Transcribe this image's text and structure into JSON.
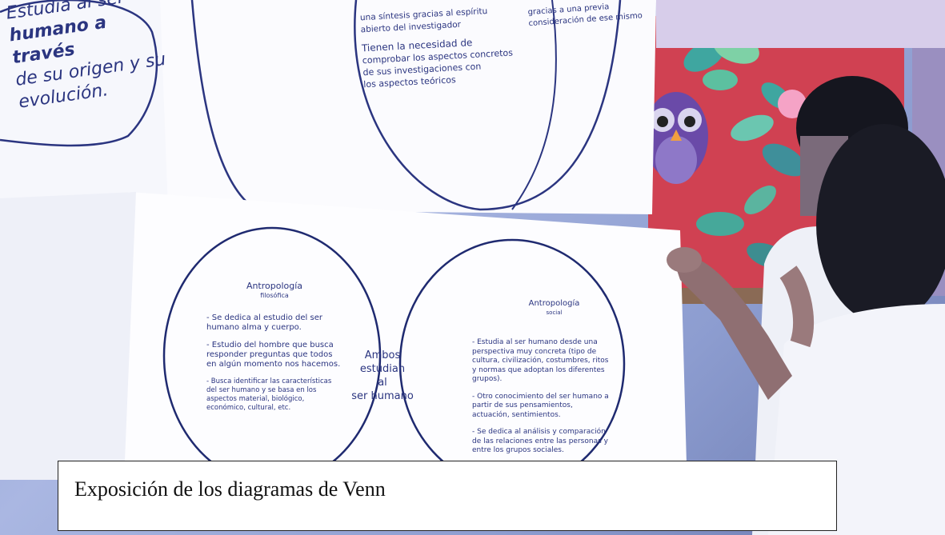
{
  "photo": {
    "top_left_note": [
      "Estudia al ser",
      "humano a través",
      "de su origen y su",
      "evolución."
    ],
    "top_poster_lines": [
      "una síntesis gracias al espíritu",
      "abierto del investigador",
      "Tienen la necesidad de",
      "comprobar los aspectos concretos",
      "de sus investigaciones con",
      "los aspectos teóricos"
    ],
    "top_right_lines": [
      "gracias a una previa",
      "consideración de ese mismo"
    ],
    "left_circle": {
      "title": "Antropología",
      "subtitle": "filosófica",
      "items": [
        "- Se dedica al estudio del ser humano alma y cuerpo.",
        "- Estudio del hombre que busca responder preguntas que todos en algún momento nos hacemos.",
        "- Busca identificar las características del ser humano y se basa en los aspectos material, biológico, económico, cultural, etc."
      ]
    },
    "intersection": [
      "Ambos estudian",
      "al",
      "ser humano"
    ],
    "right_circle": {
      "title": "Antropología",
      "subtitle": "social",
      "items": [
        "- Estudia al ser humano desde una perspectiva muy concreta (tipo de cultura, civilización, costumbres, ritos y normas que adoptan los diferentes grupos).",
        "- Otro conocimiento del ser humano a partir de sus pensamientos, actuación, sentimientos.",
        "- Se dedica al análisis y comparación de las relaciones entre las personas y entre los grupos sociales."
      ]
    }
  },
  "caption": {
    "text": "Exposición de los diagramas de Venn"
  }
}
